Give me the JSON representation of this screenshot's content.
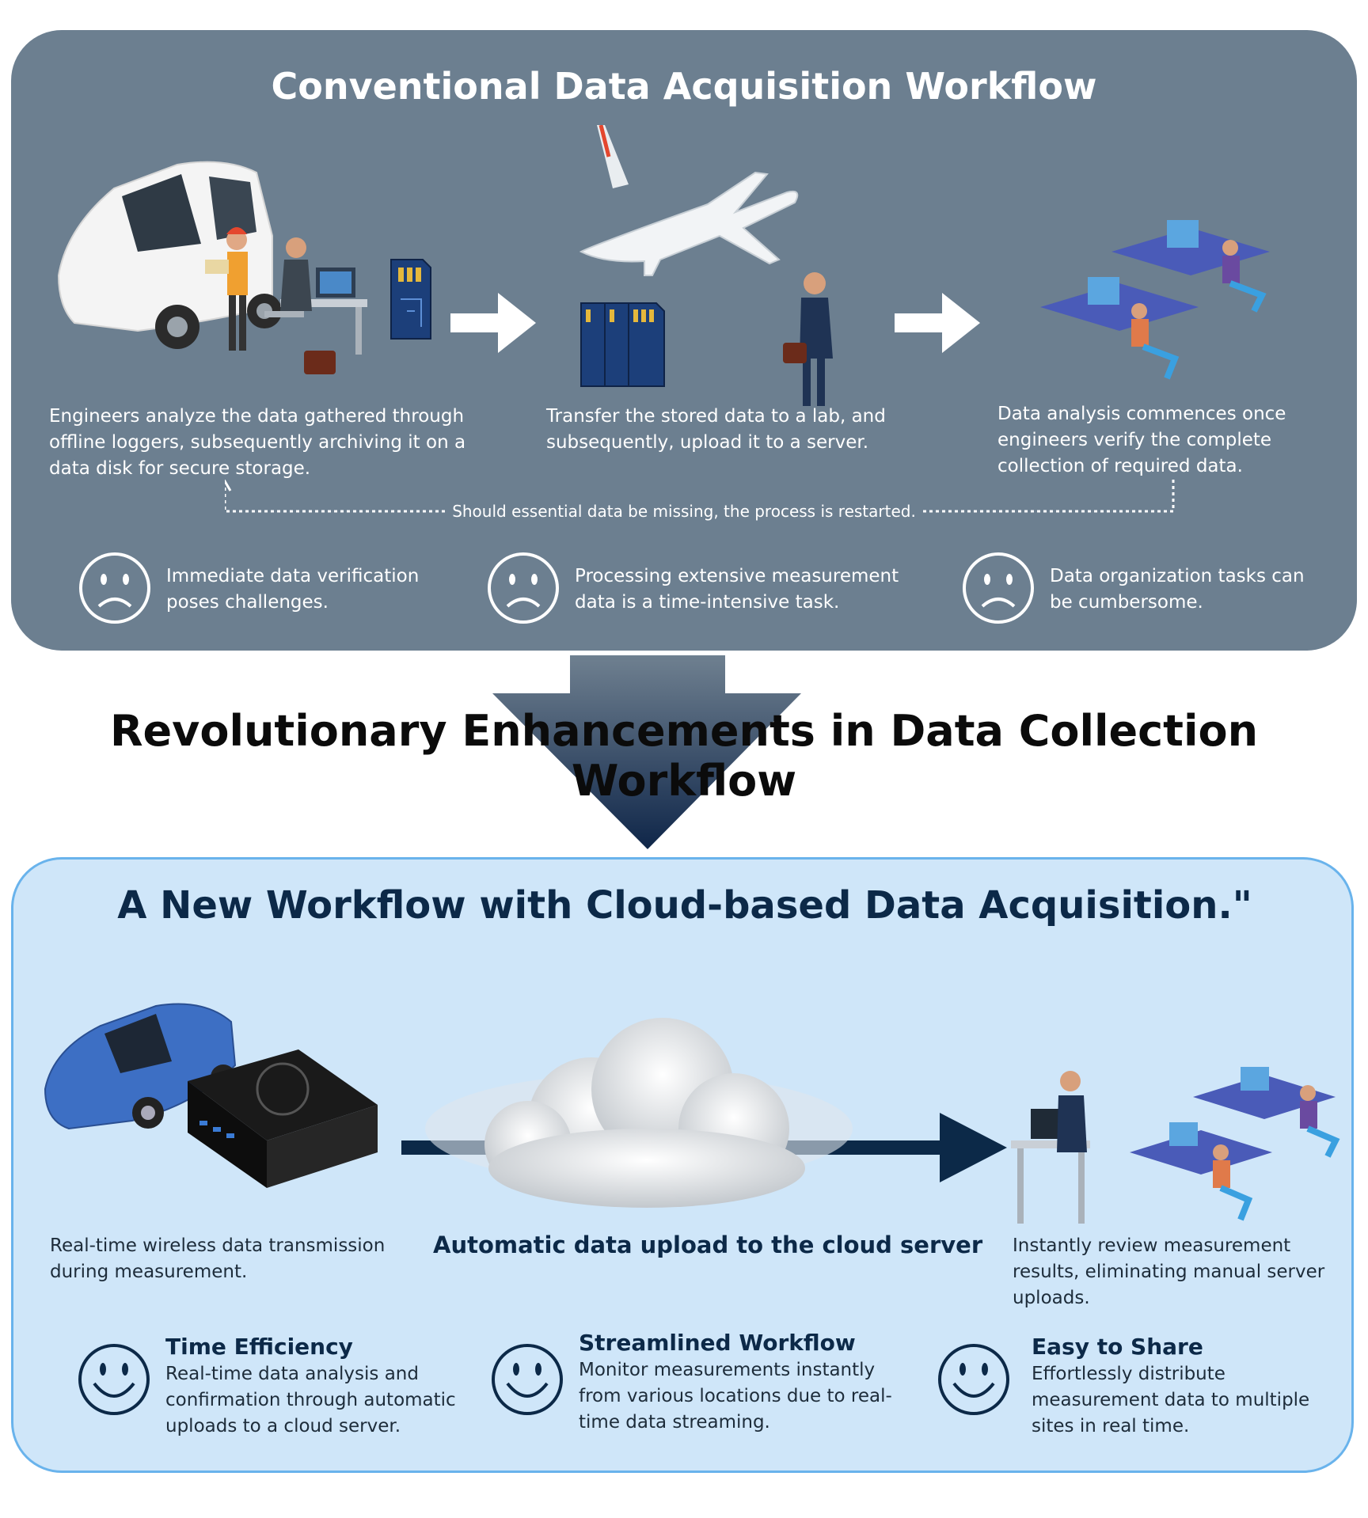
{
  "conventional": {
    "title": "Conventional Data Acquisition Workflow",
    "steps": [
      {
        "text": "Engineers analyze the data gathered through offline loggers, subsequently archiving it on a data disk for secure storage."
      },
      {
        "text": "Transfer the stored data to a lab, and subsequently, upload it to a server."
      },
      {
        "text": "Data analysis commences once engineers verify the complete collection of required data."
      }
    ],
    "loop_note": "Should essential data be missing, the process is restarted.",
    "cons": [
      {
        "text": "Immediate data verification poses challenges."
      },
      {
        "text": "Processing extensive measurement data is a time-intensive task."
      },
      {
        "text": "Data organization tasks can be cumbersome."
      }
    ]
  },
  "transition": {
    "heading": "Revolutionary Enhancements in Data Collection Workflow"
  },
  "cloud_workflow": {
    "title": "A New Workflow with Cloud-based Data Acquisition.\"",
    "steps": [
      {
        "text": "Real-time wireless data transmission during measurement."
      },
      {
        "text": "Automatic data upload to the cloud server"
      },
      {
        "text": "Instantly review measurement results, eliminating manual server uploads."
      }
    ],
    "pros": [
      {
        "title": "Time Efficiency",
        "text": "Real-time data analysis and confirmation through automatic uploads to a cloud server."
      },
      {
        "title": "Streamlined Workflow",
        "text": "Monitor measurements instantly from various locations due to real-time data streaming."
      },
      {
        "title": "Easy to Share",
        "text": "Effortlessly distribute measurement data to multiple sites in real time."
      }
    ]
  },
  "colors": {
    "top_panel": "#6c7f90",
    "bottom_panel": "#cfe6f9",
    "bottom_border": "#69b3ec",
    "dark_navy": "#0c2948"
  },
  "icons": [
    "sad-face-icon",
    "smiley-face-icon",
    "arrow-right-icon",
    "down-arrow-icon",
    "cloud-icon"
  ]
}
